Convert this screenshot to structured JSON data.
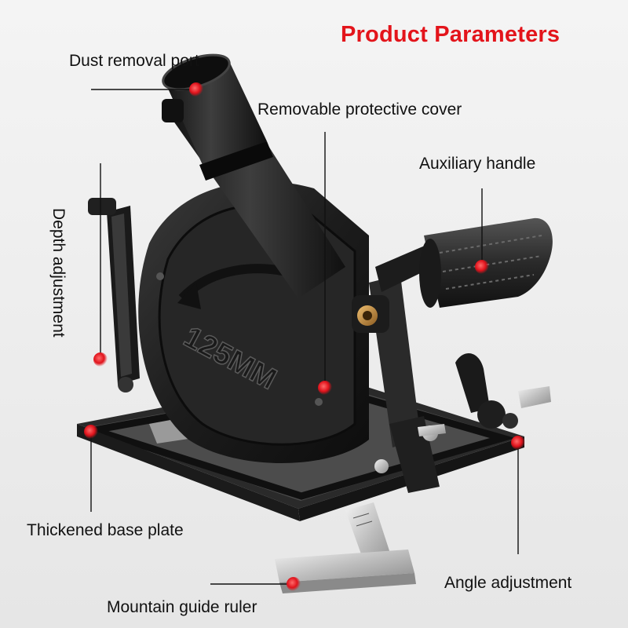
{
  "title": "Product Parameters",
  "callouts": {
    "dust_port": "Dust removal port",
    "protective_cover": "Removable protective cover",
    "auxiliary_handle": "Auxiliary handle",
    "depth_adjustment": "Depth adjustment",
    "base_plate": "Thickened base plate",
    "guide_ruler": "Mountain guide ruler",
    "angle_adjustment": "Angle adjustment"
  },
  "guard_marking": "125MM",
  "colors": {
    "title": "#e3141b",
    "marker": "#e0121b",
    "body": "#1f1f1f",
    "metal": "#c9c9c9"
  }
}
